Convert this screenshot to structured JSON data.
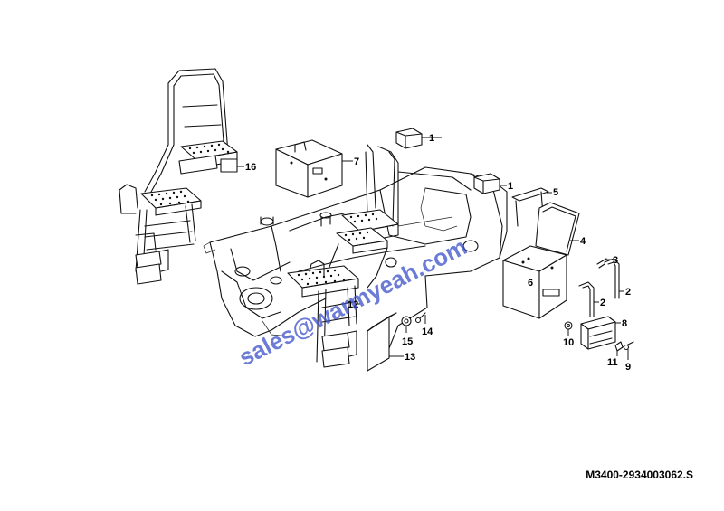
{
  "callouts": [
    {
      "num": "1"
    },
    {
      "num": "1"
    },
    {
      "num": "2"
    },
    {
      "num": "2"
    },
    {
      "num": "3"
    },
    {
      "num": "4"
    },
    {
      "num": "5"
    },
    {
      "num": "6"
    },
    {
      "num": "7"
    },
    {
      "num": "8"
    },
    {
      "num": "9"
    },
    {
      "num": "10"
    },
    {
      "num": "11"
    },
    {
      "num": "12"
    },
    {
      "num": "13"
    },
    {
      "num": "14"
    },
    {
      "num": "15"
    },
    {
      "num": "16"
    }
  ],
  "watermark": "sales@warmyeah.com",
  "drawing_ref": "M3400-2934003062.S"
}
